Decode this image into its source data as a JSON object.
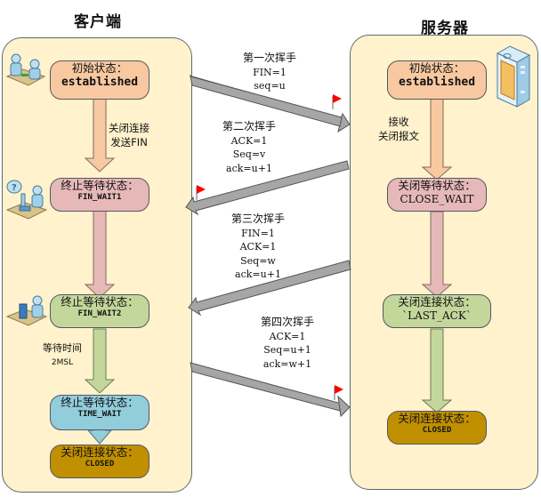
{
  "client": {
    "title": "客户端",
    "states": [
      {
        "label": "初始状态：",
        "value": "established",
        "color": "#f8c9a0"
      },
      {
        "label": "终止等待状态：",
        "value": "FIN_WAIT1",
        "color": "#e6b9b8"
      },
      {
        "label": "终止等待状态：",
        "value": "FIN_WAIT2",
        "color": "#c4d79b"
      },
      {
        "label": "终止等待状态：",
        "value": "TIME_WAIT",
        "color": "#92cddc"
      },
      {
        "label": "关闭连接状态：",
        "value": "CLOSED",
        "color": "#c09000"
      }
    ],
    "notes": [
      {
        "line1": "关闭连接",
        "line2": "发送FIN"
      },
      {
        "line1": "等待时间",
        "line2": "2MSL"
      }
    ]
  },
  "server": {
    "title": "服务器",
    "states": [
      {
        "label": "初始状态：",
        "value": "established",
        "color": "#f8c9a0"
      },
      {
        "label": "关闭等待状态：",
        "value": "CLOSE_WAIT",
        "color": "#e6b9b8"
      },
      {
        "label": "关闭连接状态：",
        "value": "`LAST_ACK`",
        "color": "#c4d79b"
      },
      {
        "label": "关闭连接状态：",
        "value": "CLOSED",
        "color": "#c09000"
      }
    ],
    "notes": [
      {
        "line1": "接收",
        "line2": "关闭报文"
      }
    ]
  },
  "messages": [
    {
      "title": "第一次挥手",
      "lines": [
        "FIN=1",
        "seq=u"
      ],
      "direction": "client-to-server"
    },
    {
      "title": "第二次挥手",
      "lines": [
        "ACK=1",
        "Seq=v",
        "ack=u+1"
      ],
      "direction": "server-to-client"
    },
    {
      "title": "第三次挥手",
      "lines": [
        "FIN=1",
        "ACK=1",
        "Seq=w",
        "ack=u+1"
      ],
      "direction": "server-to-client"
    },
    {
      "title": "第四次挥手",
      "lines": [
        "ACK=1",
        "Seq=u+1",
        "ack=w+1"
      ],
      "direction": "client-to-server"
    }
  ],
  "colors": {
    "panel": "#fff2cc",
    "arrow_gray": "#a6a6a6",
    "flag": "#ff0000"
  }
}
